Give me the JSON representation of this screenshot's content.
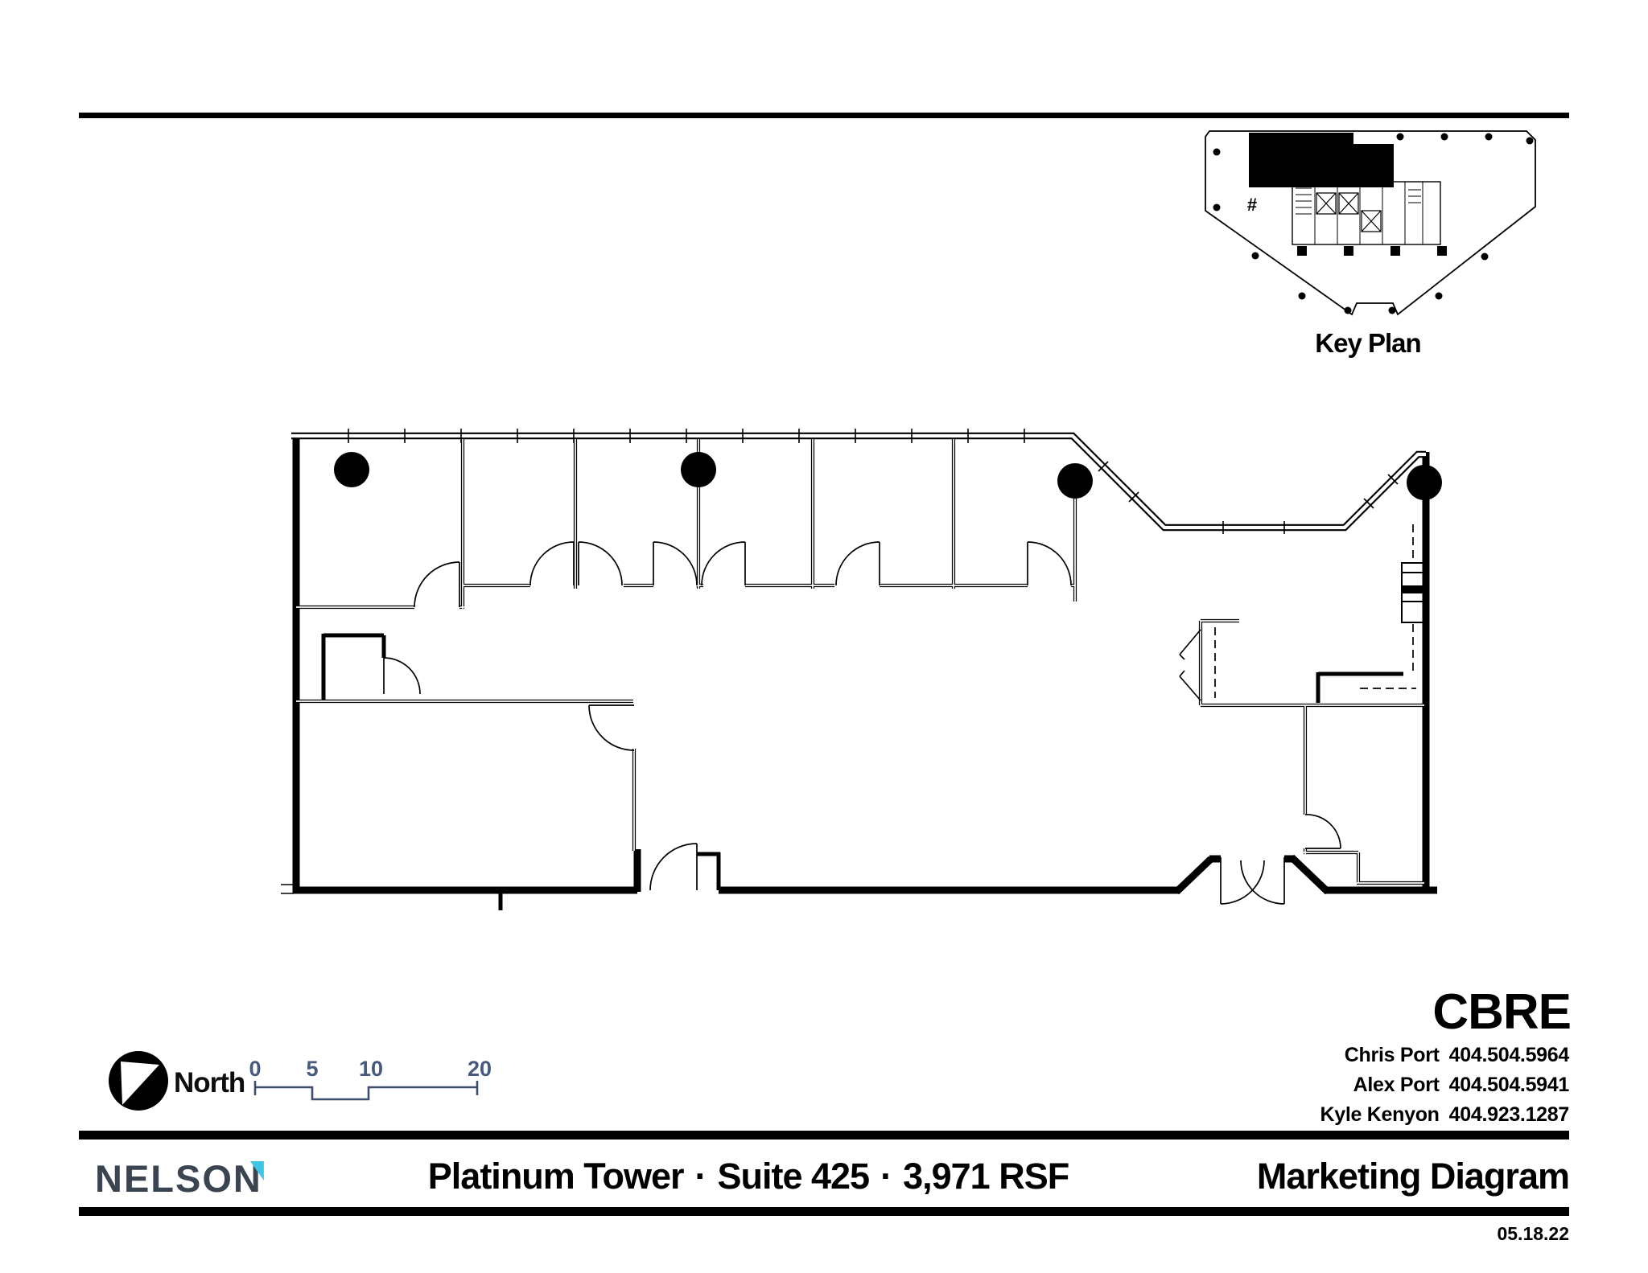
{
  "page": {
    "date": "05.18.22"
  },
  "key_plan": {
    "label": "Key Plan",
    "hash_marker": "#"
  },
  "compass": {
    "label": "North"
  },
  "scale_bar": {
    "labels": [
      "0",
      "5",
      "10",
      "20"
    ]
  },
  "cbre": {
    "logo": "CBRE",
    "contacts": [
      {
        "name": "Chris Port",
        "phone": "404.504.5964"
      },
      {
        "name": "Alex Port",
        "phone": "404.504.5941"
      },
      {
        "name": "Kyle Kenyon",
        "phone": "404.923.1287"
      }
    ]
  },
  "footer": {
    "nelson_logo_main": "NELSO",
    "nelson_logo_last": "N",
    "title_building": "Platinum Tower",
    "separator": "·",
    "title_suite": "Suite 425",
    "title_area": "3,971 RSF",
    "doc_type": "Marketing Diagram"
  },
  "colors": {
    "ink": "#000000",
    "scale_blue": "#47597f",
    "scale_line": "#3e4e6e",
    "nelson_slate": "#3b4551",
    "nelson_cyan": "#3fc6e4"
  }
}
